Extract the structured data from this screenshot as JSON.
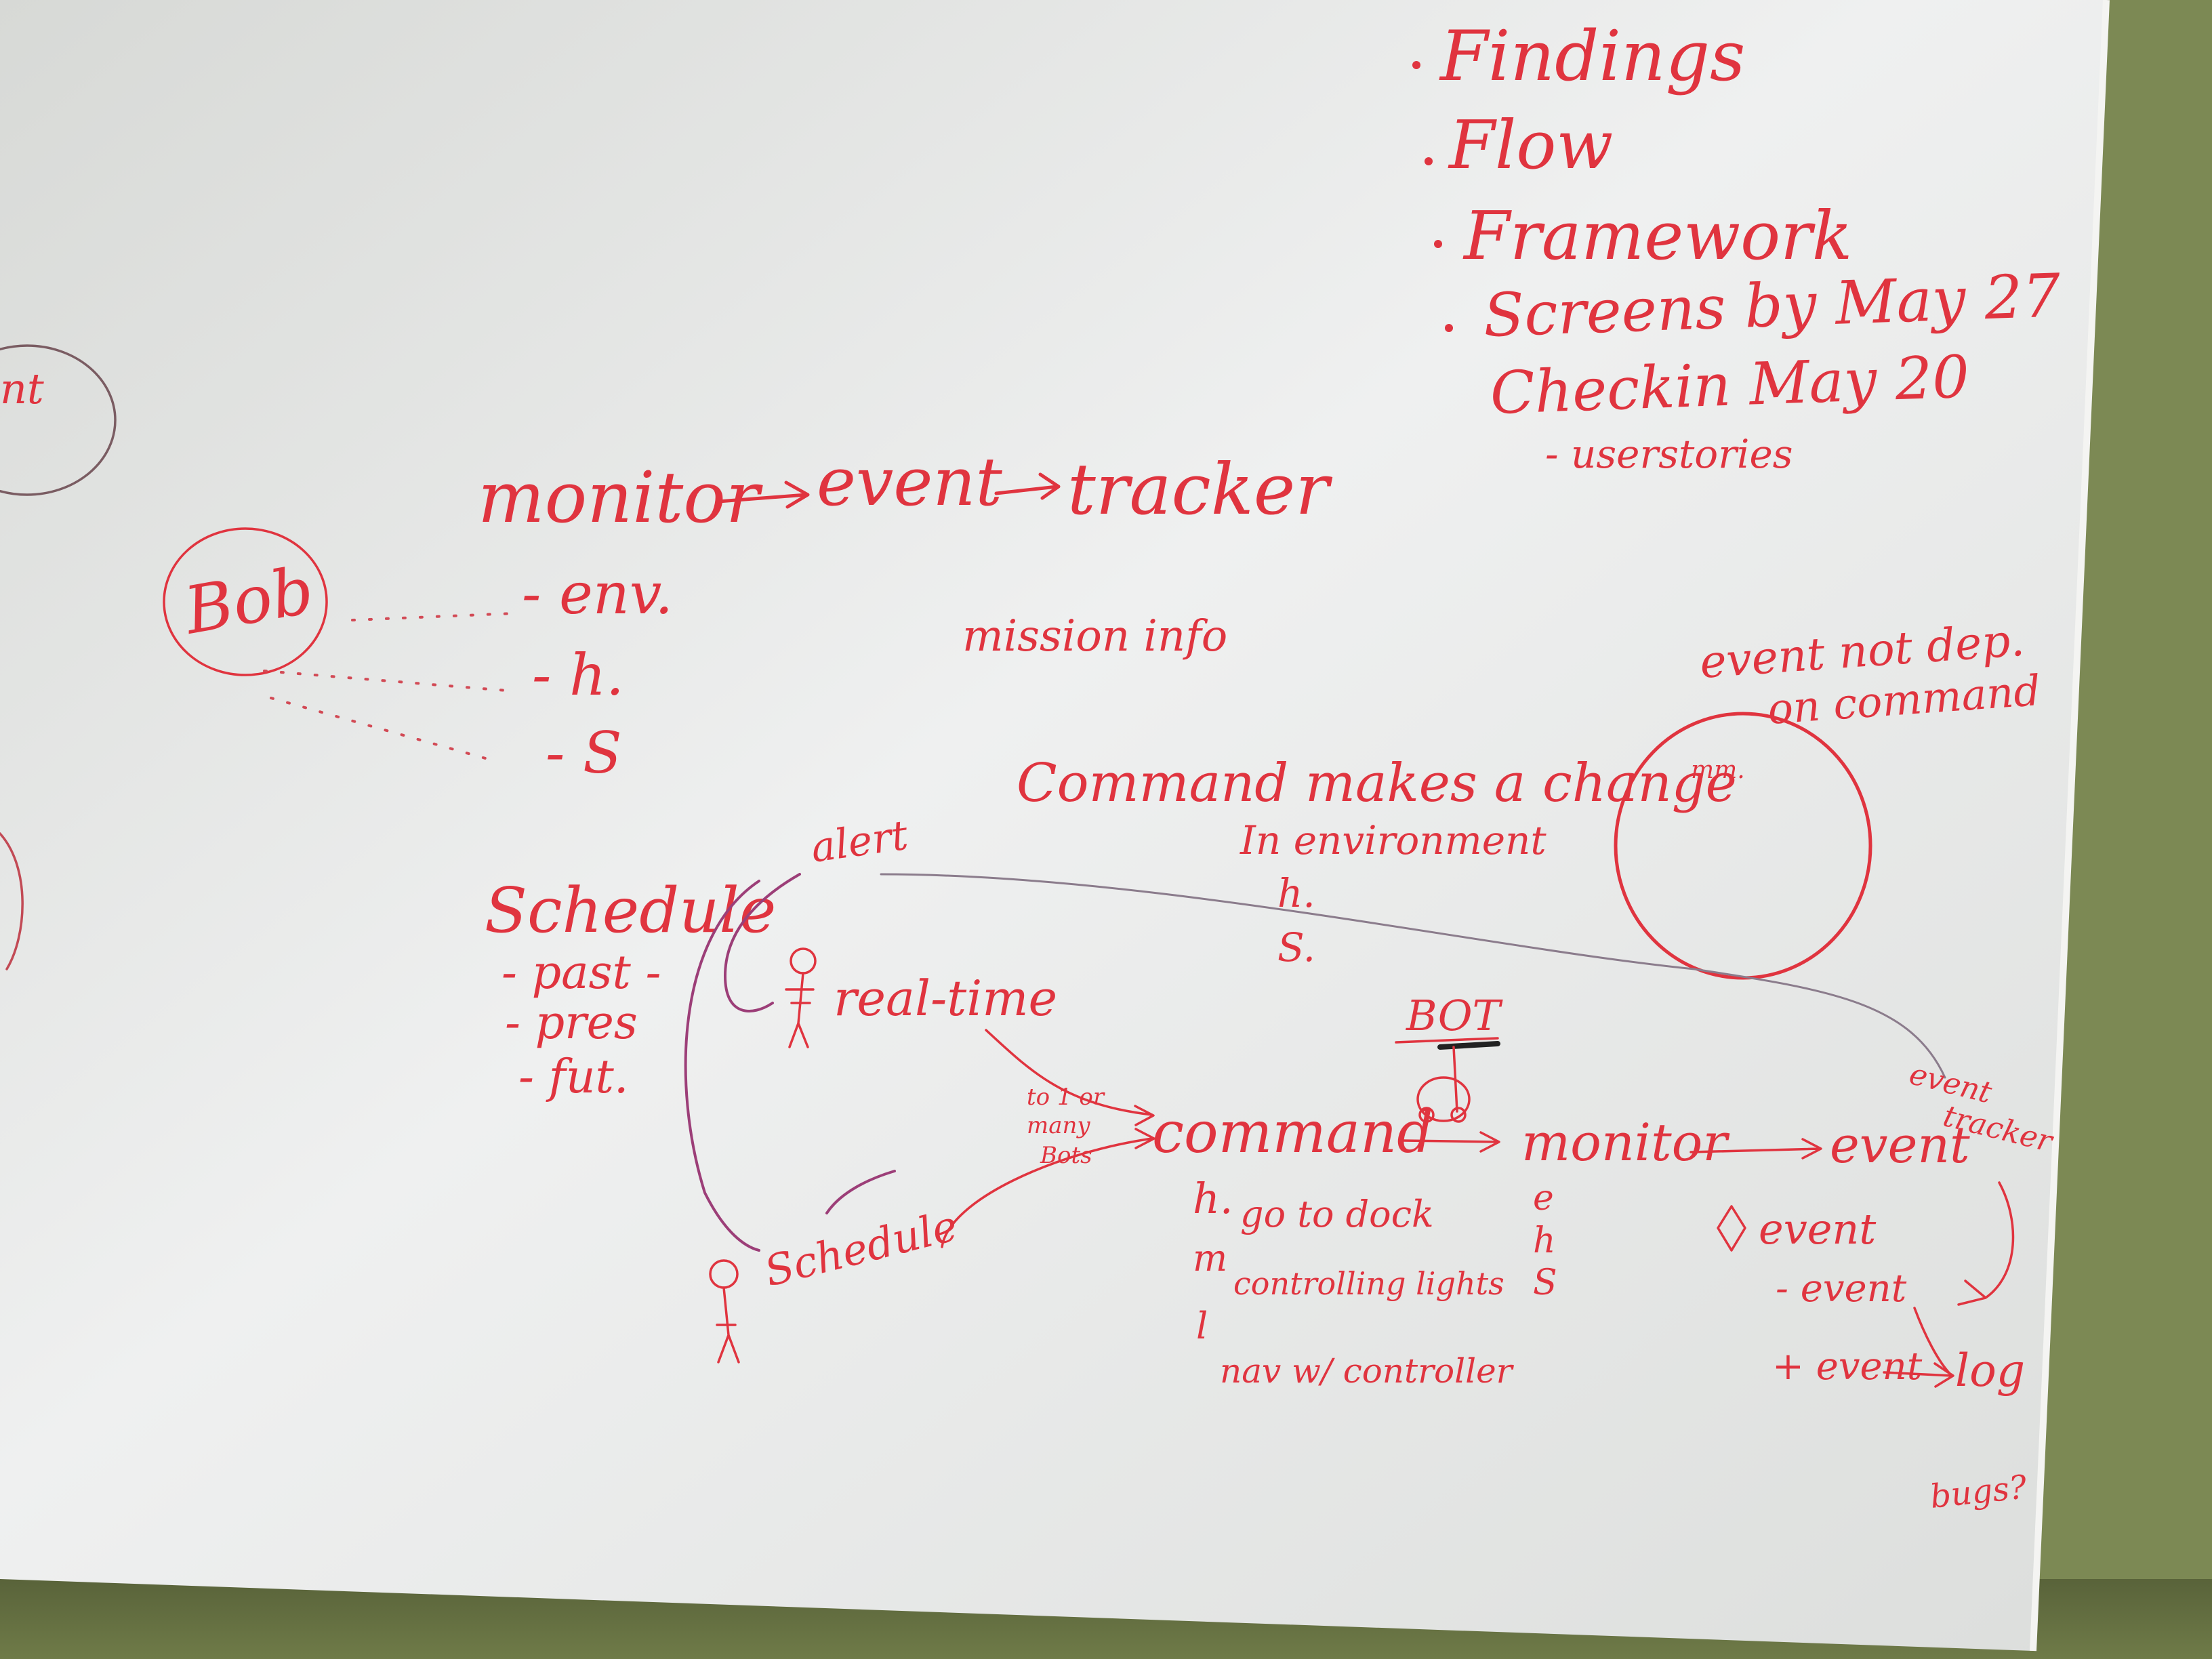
{
  "colors": {
    "marker_red": "#e0343f",
    "marker_purple": "#9c3e78",
    "marker_grey": "#8b7c8c",
    "board": "#eceef0",
    "wall": "#7d8a55"
  },
  "agenda": {
    "items": [
      "Findings",
      "Flow",
      "Framework",
      "Screens by May 27",
      "Checkin May 20"
    ],
    "subitem": "- userstories"
  },
  "left_edge_fragment": "nt",
  "flow_top": {
    "monitor": "monitor",
    "event": "event",
    "tracker": "tracker"
  },
  "bob": {
    "name": "Bob",
    "items": [
      "- env.",
      "- h.",
      "- S"
    ]
  },
  "mission_info": "mission info",
  "note_right": {
    "line1": "event not dep.",
    "line2": "on command"
  },
  "circle_note": "mm.",
  "command_note": {
    "line1": "Command makes a change",
    "line2": "In environment",
    "items": [
      "h.",
      "S."
    ]
  },
  "schedule_block": {
    "title": "Schedule",
    "items": [
      "- past -",
      "- pres",
      "- fut."
    ]
  },
  "diagram": {
    "alert": "alert",
    "real_time": "real-time",
    "to_bots": [
      "to 1 or",
      "many",
      "Bots"
    ],
    "command": "command",
    "bot": "BOT",
    "monitor": "monitor",
    "event": "event",
    "event_tracker": [
      "event",
      "tracker"
    ],
    "schedule": "Schedule",
    "command_items": [
      {
        "mark": "h.",
        "text": "go to dock"
      },
      {
        "mark": "m",
        "text": "controlling lights"
      },
      {
        "mark": "l",
        "text": "nav w/ controller"
      }
    ],
    "monitor_items": [
      "e",
      "h",
      "S"
    ],
    "event_items": [
      "event",
      "- event",
      "+ event"
    ],
    "log": "log",
    "bugs": "bugs?"
  }
}
